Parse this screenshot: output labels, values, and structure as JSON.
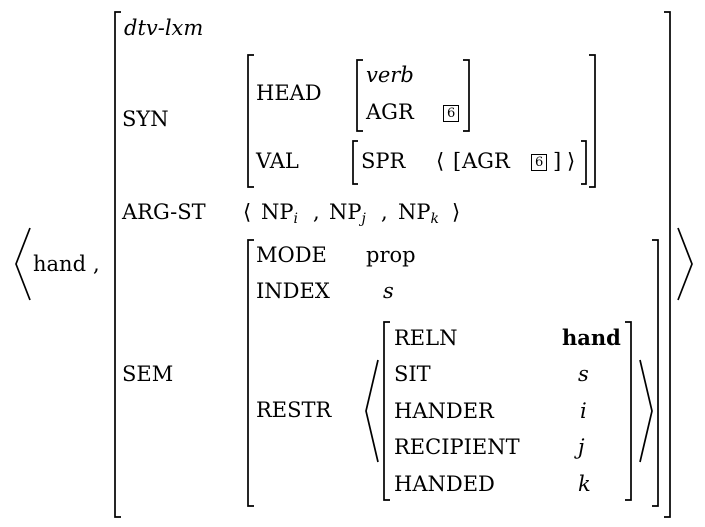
{
  "word": "hand",
  "comma": ",",
  "type": "dtv-lxm",
  "syn": {
    "label": "SYN",
    "head_label": "HEAD",
    "head_type": "verb",
    "agr_label": "AGR",
    "agr_tag": "6",
    "val_label": "VAL",
    "spr_label": "SPR",
    "spr_agr_label": "AGR",
    "spr_agr_tag": "6"
  },
  "argst": {
    "label": "ARG-ST",
    "items": [
      {
        "np": "NP",
        "index": "i"
      },
      {
        "np": "NP",
        "index": "j"
      },
      {
        "np": "NP",
        "index": "k"
      }
    ]
  },
  "sem": {
    "label": "SEM",
    "mode_label": "MODE",
    "mode_value": "prop",
    "index_label": "INDEX",
    "index_value": "s",
    "restr_label": "RESTR",
    "restr": [
      {
        "feature": "RELN",
        "value": "hand"
      },
      {
        "feature": "SIT",
        "value": "s"
      },
      {
        "feature": "HANDER",
        "value": "i"
      },
      {
        "feature": "RECIPIENT",
        "value": "j"
      },
      {
        "feature": "HANDED",
        "value": "k"
      }
    ]
  }
}
